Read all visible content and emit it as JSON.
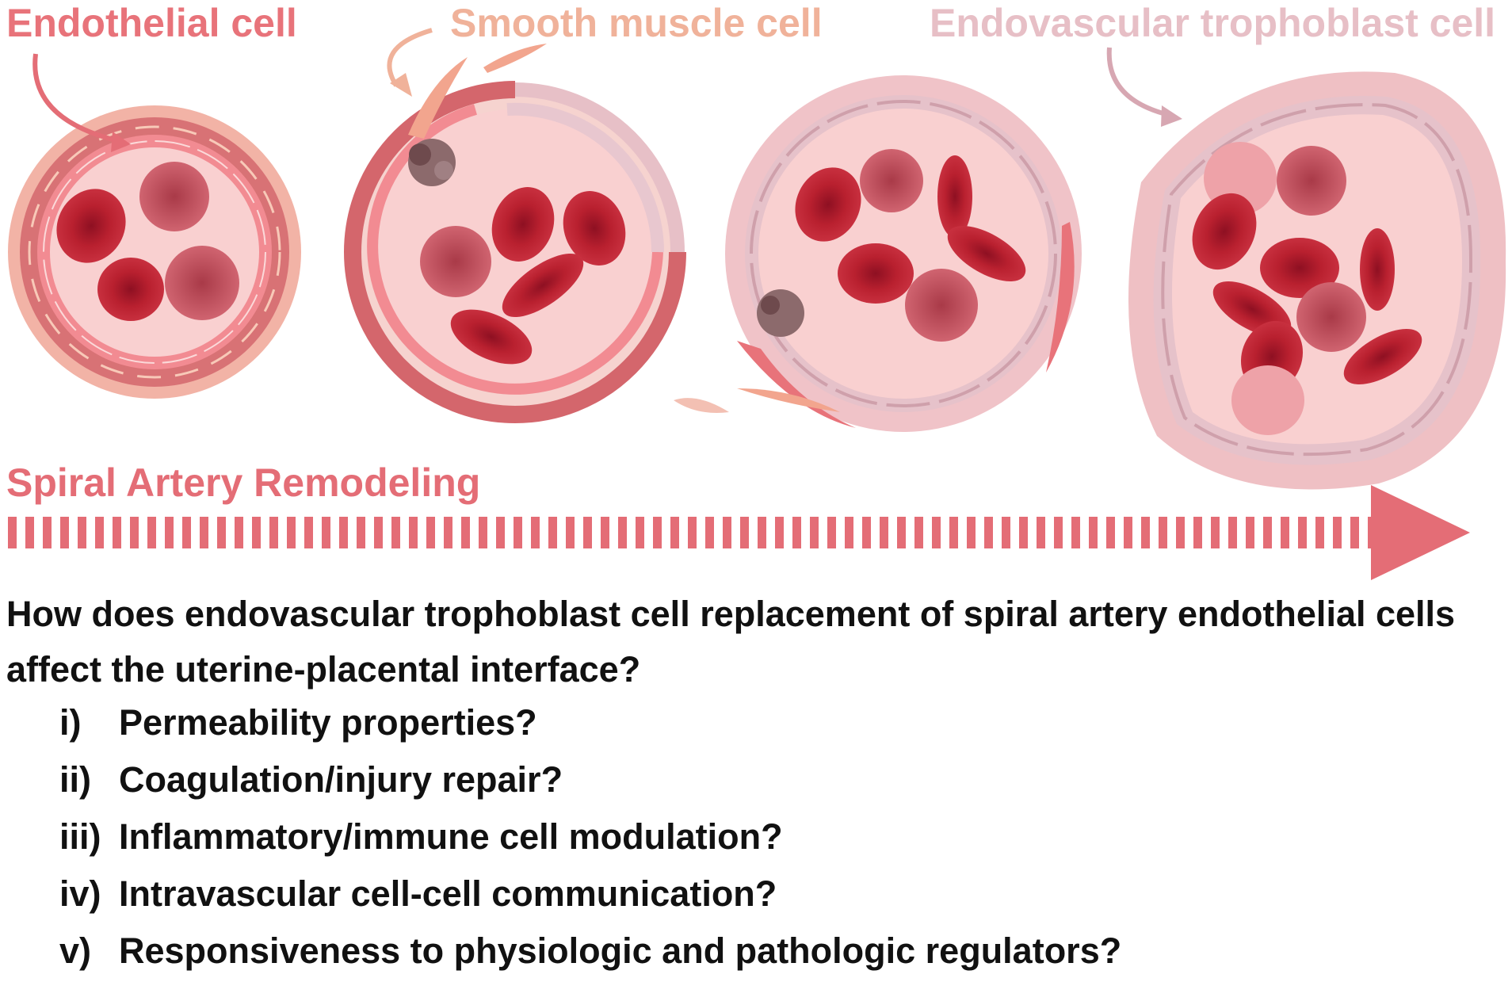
{
  "labels": {
    "endothelial": "Endothelial cell",
    "smooth_muscle": "Smooth muscle cell",
    "trophoblast": "Endovascular trophoblast cell",
    "remodeling": "Spiral Artery Remodeling"
  },
  "question": {
    "text": "How does endovascular trophoblast cell replacement of spiral artery endothelial cells affect the uterine-placental interface?",
    "items": [
      {
        "num": "i)",
        "text": "Permeability properties?"
      },
      {
        "num": "ii)",
        "text": "Coagulation/injury repair?"
      },
      {
        "num": "iii)",
        "text": "Inflammatory/immune cell modulation?"
      },
      {
        "num": "iv)",
        "text": "Intravascular cell-cell communication?"
      },
      {
        "num": "v)",
        "text": "Responsiveness to physiologic and pathologic regulators?"
      }
    ]
  },
  "colors": {
    "endothelial": "#e8737a",
    "smooth_muscle": "#f0b29a",
    "trophoblast": "#e7bfc6",
    "arrow": "#e46d76",
    "rbc": "#b11a2c"
  }
}
